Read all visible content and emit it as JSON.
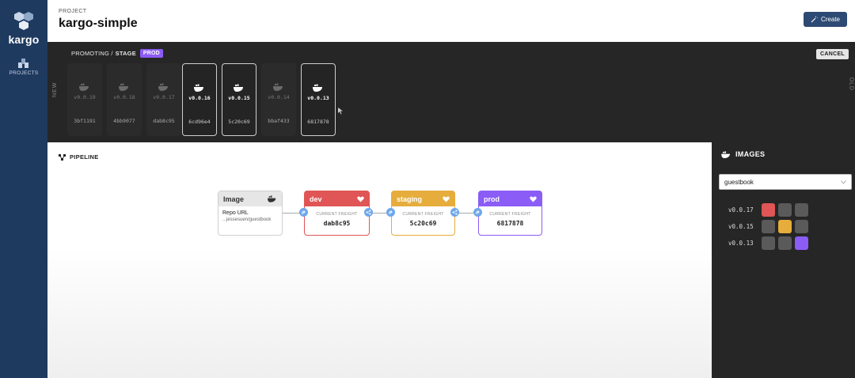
{
  "sidebar": {
    "brand": "kargo",
    "nav_projects_label": "PROJECTS"
  },
  "header": {
    "label": "PROJECT",
    "title": "kargo-simple",
    "create_label": "Create"
  },
  "promotion": {
    "promoting_label": "PROMOTING /",
    "stage_label": "STAGE",
    "stage_badge": "PROD",
    "cancel_label": "CANCEL",
    "new_label": "NEW",
    "old_label": "OLD",
    "freight": [
      {
        "version": "v0.0.19",
        "sha": "3bf1191",
        "selected": false
      },
      {
        "version": "v0.0.18",
        "sha": "4bb9077",
        "selected": false
      },
      {
        "version": "v0.0.17",
        "sha": "dab8c95",
        "selected": false
      },
      {
        "version": "v0.0.16",
        "sha": "6cd96e4",
        "selected": true
      },
      {
        "version": "v0.0.15",
        "sha": "5c20c69",
        "selected": true
      },
      {
        "version": "v0.0.14",
        "sha": "bbaf433",
        "selected": false
      },
      {
        "version": "v0.0.13",
        "sha": "6817878",
        "selected": true
      }
    ]
  },
  "pipeline": {
    "title": "PIPELINE",
    "image_node": {
      "title": "Image",
      "repo_label": "Repo URL",
      "repo_value": "...jessesuen/guestbook"
    },
    "current_freight_label": "CURRENT FREIGHT",
    "stages": [
      {
        "name": "dev",
        "freight": "dab8c95",
        "color": "#e05555"
      },
      {
        "name": "staging",
        "freight": "5c20c69",
        "color": "#e6ad3c"
      },
      {
        "name": "prod",
        "freight": "6817878",
        "color": "#8b5cf6"
      }
    ]
  },
  "images_panel": {
    "title": "IMAGES",
    "selected_image": "guestbook",
    "rows": [
      {
        "version": "v0.0.17",
        "cells": [
          "#e05555",
          "#5a5a5a",
          "#5a5a5a"
        ]
      },
      {
        "version": "v0.0.15",
        "cells": [
          "#5a5a5a",
          "#e6ad3c",
          "#5a5a5a"
        ]
      },
      {
        "version": "v0.0.13",
        "cells": [
          "#5a5a5a",
          "#5a5a5a",
          "#8b5cf6"
        ]
      }
    ]
  },
  "icons": {
    "logo": "kargo-cubes-logo",
    "projects": "projects-icon",
    "create": "magic-wand-icon",
    "docker": "docker-whale-icon",
    "heart": "heart-icon",
    "promote": "promote-arrow-icon",
    "share": "share-nodes-icon",
    "pipeline": "pipeline-icon",
    "chevron": "chevron-down-icon"
  }
}
